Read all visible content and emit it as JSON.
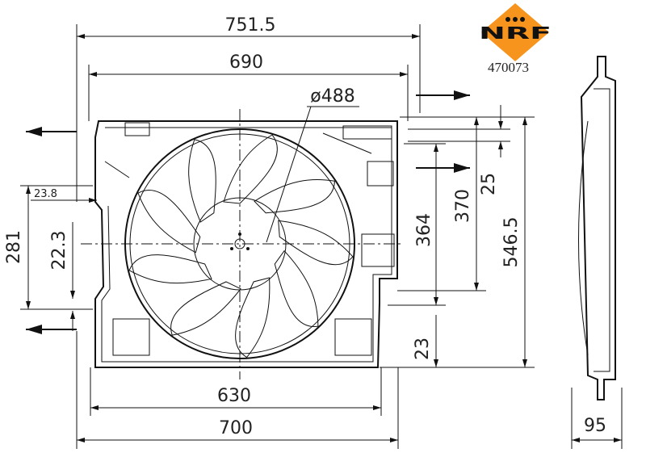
{
  "brand": {
    "logo_text": "NRF",
    "part_number": "470073",
    "colors": {
      "logo_orange": "#F7941D",
      "logo_black": "#111111"
    }
  },
  "dimensions": {
    "overall_width": "751.5",
    "mount_width_top": "690",
    "fan_diameter": "ø488",
    "bottom_inner_width": "630",
    "bottom_width": "700",
    "depth": "95",
    "overall_height": "546.5",
    "height_370": "370",
    "offset_25": "25",
    "height_364": "364",
    "offset_23": "23",
    "left_height_281": "281",
    "offset_22_3": "22.3",
    "offset_23_8": "23.8"
  }
}
